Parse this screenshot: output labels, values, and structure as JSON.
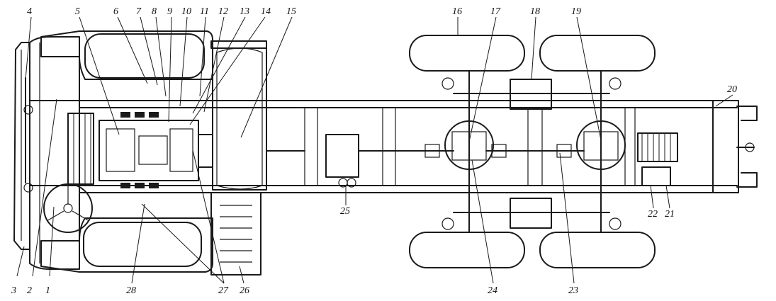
{
  "callouts": [
    {
      "id": "1",
      "label": "1"
    },
    {
      "id": "2",
      "label": "2"
    },
    {
      "id": "3",
      "label": "3"
    },
    {
      "id": "4",
      "label": "4"
    },
    {
      "id": "5",
      "label": "5"
    },
    {
      "id": "6",
      "label": "6"
    },
    {
      "id": "7",
      "label": "7"
    },
    {
      "id": "8",
      "label": "8"
    },
    {
      "id": "9",
      "label": "9"
    },
    {
      "id": "10",
      "label": "10"
    },
    {
      "id": "11",
      "label": "11"
    },
    {
      "id": "12",
      "label": "12"
    },
    {
      "id": "13",
      "label": "13"
    },
    {
      "id": "14",
      "label": "14"
    },
    {
      "id": "15",
      "label": "15"
    },
    {
      "id": "16",
      "label": "16"
    },
    {
      "id": "17",
      "label": "17"
    },
    {
      "id": "18",
      "label": "18"
    },
    {
      "id": "19",
      "label": "19"
    },
    {
      "id": "20",
      "label": "20"
    },
    {
      "id": "21",
      "label": "21"
    },
    {
      "id": "22",
      "label": "22"
    },
    {
      "id": "23",
      "label": "23"
    },
    {
      "id": "24",
      "label": "24"
    },
    {
      "id": "25",
      "label": "25"
    },
    {
      "id": "26",
      "label": "26"
    },
    {
      "id": "27",
      "label": "27"
    },
    {
      "id": "28",
      "label": "28"
    }
  ],
  "colors": {
    "ink": "#1a1a1a",
    "paper": "#ffffff"
  }
}
